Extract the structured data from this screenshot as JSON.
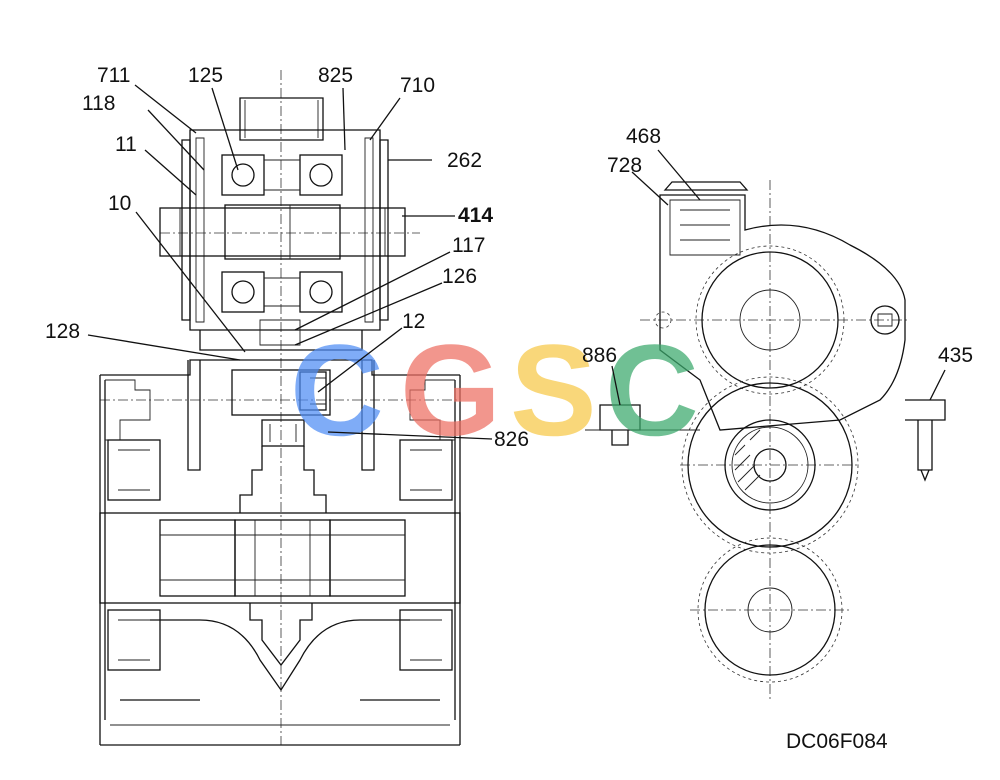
{
  "drawing_code": "DC06F084",
  "watermark": {
    "letters": [
      "C",
      "G",
      "S",
      "C"
    ],
    "colors": [
      "#4f8df5",
      "#ee6e62",
      "#f7c948",
      "#3aa96b"
    ]
  },
  "part_labels": {
    "p711": "711",
    "p125": "125",
    "p825": "825",
    "p710": "710",
    "p118": "118",
    "p11": "11",
    "p262": "262",
    "p10": "10",
    "p414": "414",
    "p117": "117",
    "p126": "126",
    "p128": "128",
    "p12": "12",
    "p826": "826",
    "p468": "468",
    "p728": "728",
    "p886": "886",
    "p435": "435"
  }
}
